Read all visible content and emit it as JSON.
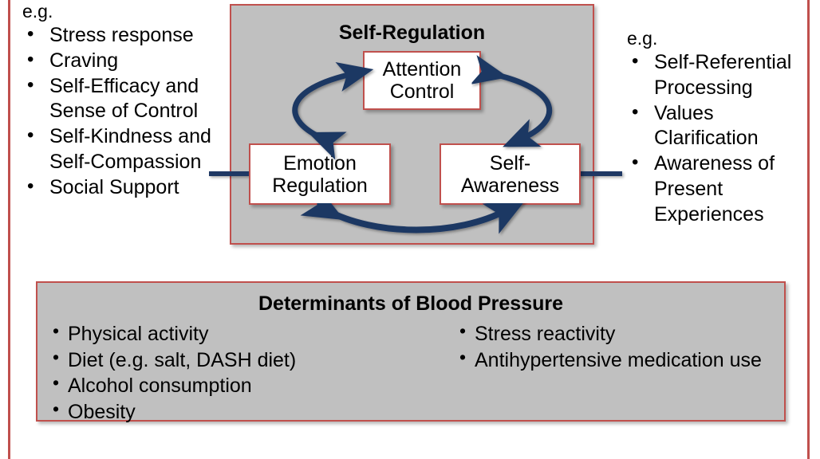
{
  "figure": {
    "type": "conceptual-flow-diagram",
    "accent_border_color": "#C0504D",
    "panel_fill_color": "#C0C0C0",
    "arrow_color": "#1F3864",
    "node_fill_color": "#FFFFFF"
  },
  "left_examples": {
    "heading": "e.g.",
    "items": [
      "Stress response",
      "Craving",
      "Self-Efficacy and Sense of Control",
      "Self-Kindness and Self-Compassion",
      "Social Support"
    ]
  },
  "right_examples": {
    "heading": "e.g.",
    "items": [
      "Self-Referential Processing",
      "Values Clarification",
      "Awareness of Present Experiences"
    ]
  },
  "self_regulation": {
    "title": "Self-Regulation",
    "nodes": [
      {
        "id": "attention-control",
        "label": "Attention Control"
      },
      {
        "id": "emotion-regulation",
        "label": "Emotion Regulation"
      },
      {
        "id": "self-awareness",
        "label": "Self-Awareness"
      }
    ]
  },
  "determinants": {
    "title": "Determinants of Blood Pressure",
    "column_left": [
      "Physical activity",
      "Diet (e.g. salt, DASH diet)",
      "Alcohol consumption",
      "Obesity"
    ],
    "column_right": [
      "Stress reactivity",
      "Antihypertensive medication use"
    ]
  }
}
